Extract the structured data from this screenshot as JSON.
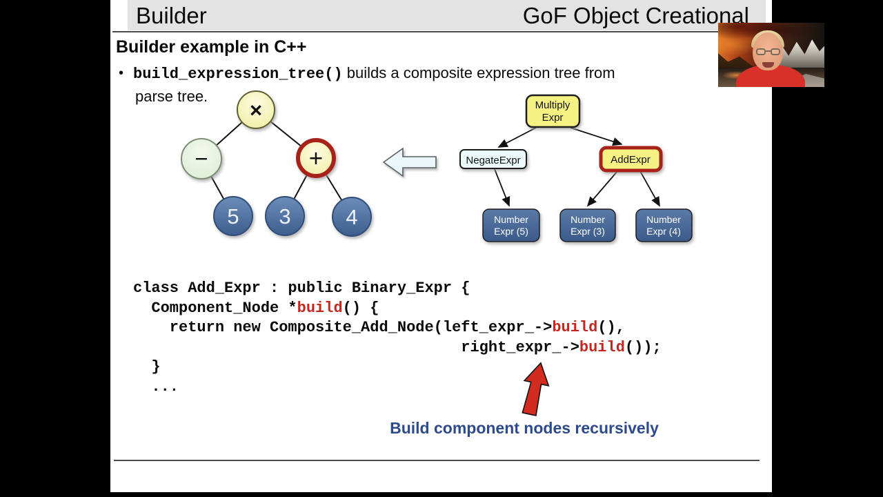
{
  "header": {
    "left": "Builder",
    "right": "GoF Object Creational"
  },
  "slide": {
    "title": "Builder example in C++",
    "bullet": {
      "marker": "•",
      "code_part": "build_expression_tree()",
      "text_part": " builds a composite expression tree from",
      "text_line2": "parse tree."
    },
    "caption": "Build component nodes recursively"
  },
  "parse_tree": {
    "multiply": "×",
    "negate": "−",
    "add": "+",
    "leaf_left": "5",
    "leaf_mid": "3",
    "leaf_right": "4"
  },
  "expr_tree": {
    "multiply_line1": "Multiply",
    "multiply_line2": "Expr",
    "negate": "NegateExpr",
    "add": "AddExpr",
    "num5_line1": "Number",
    "num5_line2": "Expr (5)",
    "num3_line1": "Number",
    "num3_line2": "Expr (3)",
    "num4_line1": "Number",
    "num4_line2": "Expr (4)"
  },
  "code": {
    "lines": [
      {
        "segments": [
          {
            "text": "class Add_Expr : public Binary_Expr {",
            "color": "black"
          }
        ]
      },
      {
        "segments": [
          {
            "text": "  Component_Node *",
            "color": "black"
          },
          {
            "text": "build",
            "color": "red"
          },
          {
            "text": "() {",
            "color": "black"
          }
        ]
      },
      {
        "segments": [
          {
            "text": "    return new Composite_Add_Node(left_expr_->",
            "color": "black"
          },
          {
            "text": "build",
            "color": "red"
          },
          {
            "text": "(),",
            "color": "black"
          }
        ]
      },
      {
        "segments": [
          {
            "text": "                                    right_expr_->",
            "color": "black"
          },
          {
            "text": "build",
            "color": "red"
          },
          {
            "text": "());",
            "color": "black"
          }
        ]
      },
      {
        "segments": [
          {
            "text": "  }",
            "color": "black"
          }
        ]
      },
      {
        "segments": [
          {
            "text": "  ...",
            "color": "black"
          }
        ]
      }
    ]
  },
  "icons": {
    "left_block_arrow": "left-arrow-icon",
    "red_up_arrow": "up-arrow-icon"
  },
  "colors": {
    "header_gray": "#e3e3e3",
    "code_keyword_red": "#c42720",
    "caption_blue": "#2d4a8c",
    "node_yellow": "#f6f183",
    "node_green": "#e4f1db",
    "node_blue": "#45648f",
    "highlight_red_border": "#a8231d",
    "red_arrow": "#d22b20",
    "block_arrow_fill": "#eaf6f9"
  }
}
